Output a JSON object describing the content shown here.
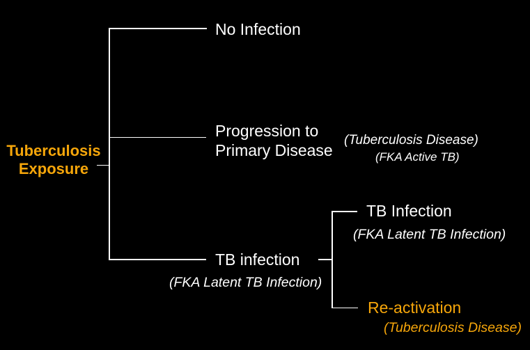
{
  "colors": {
    "background": "#000000",
    "text": "#FFFFFF",
    "line": "#FFFFFF",
    "accent": "#F6A60A"
  },
  "root": {
    "line1": "Tuberculosis",
    "line2": "Exposure"
  },
  "branches": {
    "no_infection": {
      "label": "No Infection"
    },
    "primary_disease": {
      "label_line1": "Progression to",
      "label_line2": "Primary Disease",
      "note_line1": "(Tuberculosis Disease)",
      "note_line2": "(FKA Active TB)"
    },
    "tb_infection": {
      "label": "TB infection",
      "note": "(FKA Latent TB Infection)",
      "children": {
        "tb_infection_child": {
          "label": "TB Infection",
          "note": "(FKA Latent TB Infection)"
        },
        "reactivation": {
          "label": "Re-activation",
          "note": "(Tuberculosis Disease)"
        }
      }
    }
  }
}
